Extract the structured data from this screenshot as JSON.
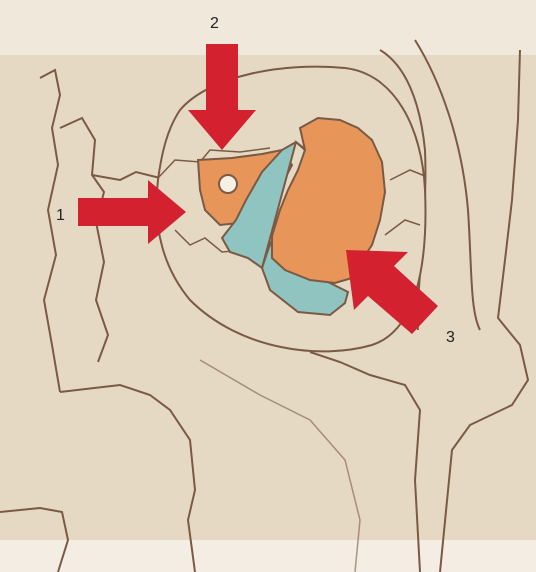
{
  "labels": {
    "arrow_1": "1",
    "arrow_2": "2",
    "arrow_3": "3"
  },
  "colors": {
    "background_tissue": "#e6d9c4",
    "upper_background": "#f0e8da",
    "outline": "#7a5a44",
    "orange_region": "#e8955a",
    "blue_region": "#8fc4c0",
    "arrow": "#d42130"
  }
}
